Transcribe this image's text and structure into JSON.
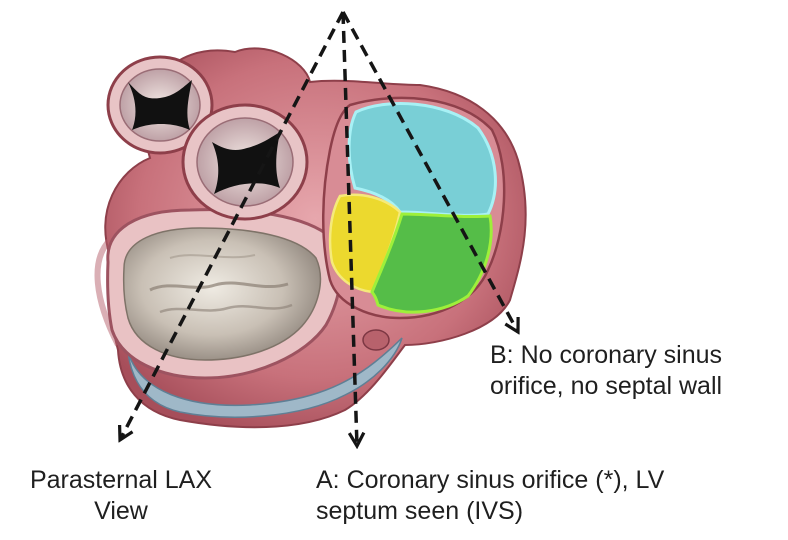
{
  "labels": {
    "view_b": [
      "B: No coronary sinus",
      "orifice, no septal wall"
    ],
    "parasternal_lax": [
      "Parasternal LAX",
      "View"
    ],
    "view_a": [
      "A: Coronary sinus orifice (*), LV",
      "septum seen (IVS)"
    ]
  },
  "colors": {
    "region_cyan": "#79cfd6",
    "region_yellow": "#ecd92e",
    "region_green": "#55bd48",
    "cyan_outline": "#a8f1f5",
    "green_outline": "#9ef03a",
    "tissue": "#c7707a",
    "arrow": "#151515"
  }
}
